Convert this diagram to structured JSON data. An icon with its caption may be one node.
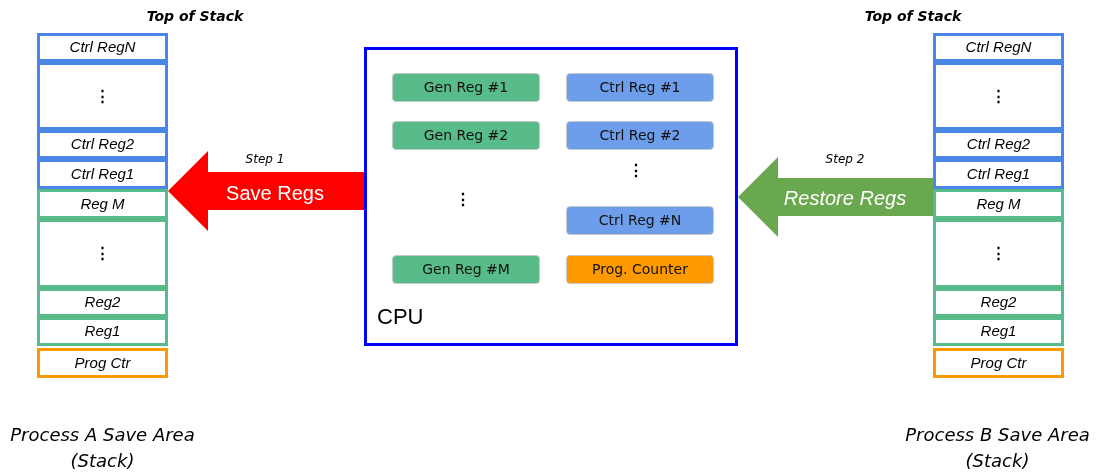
{
  "diagram": {
    "nodes": [
      {
        "text": [
          "Ctrl RegN"
        ]
      },
      {
        "text": [
          "⋮"
        ]
      },
      {
        "text": [
          "Ctrl Reg2"
        ]
      },
      {
        "text": [
          "Ctrl Reg1"
        ]
      },
      {
        "text": [
          "Reg M"
        ]
      },
      {
        "text": [
          "⋮"
        ]
      },
      {
        "text": [
          "Reg2"
        ]
      },
      {
        "text": [
          "Reg1"
        ]
      },
      {
        "text": [
          "Prog Ctr"
        ]
      },
      {
        "text": [
          "CPU"
        ]
      },
      {
        "text": [
          "Gen Reg #1"
        ],
        "in": 9
      },
      {
        "text": [
          "Ctrl Reg #1"
        ],
        "in": 9
      },
      {
        "text": [
          "Gen Reg #2"
        ],
        "in": 9
      },
      {
        "text": [
          "Ctrl Reg #2"
        ],
        "in": 9
      },
      {
        "text": [
          "Ctrl Reg #N"
        ],
        "in": 9
      },
      {
        "text": [
          "Gen Reg #M"
        ],
        "in": 9
      },
      {
        "text": [
          "Prog. Counter"
        ],
        "in": 9
      },
      {
        "text": [
          "Ctrl RegN"
        ]
      },
      {
        "text": [
          "⋮"
        ]
      },
      {
        "text": [
          "Ctrl Reg2"
        ]
      },
      {
        "text": [
          "Ctrl Reg1"
        ]
      },
      {
        "text": [
          "Reg M"
        ]
      },
      {
        "text": [
          "⋮"
        ]
      },
      {
        "text": [
          "Reg2"
        ]
      },
      {
        "text": [
          "Reg1"
        ]
      },
      {
        "text": [
          "Prog Ctr"
        ]
      }
    ],
    "edges": [
      {
        "from": 9,
        "to": 3,
        "arrow": "to",
        "label": "Save Regs",
        "color": "#ff0000"
      },
      {
        "from": 21,
        "to": 9,
        "arrow": "to",
        "label": "Restore Regs",
        "color": "#6aa84f"
      }
    ],
    "labels": [
      "Top of Stack",
      "Top of Stack",
      "Step 1",
      "Step 2",
      "⋮",
      "⋮",
      "Process A Save Area (Stack)",
      "Process B Save Area (Stack)"
    ]
  }
}
